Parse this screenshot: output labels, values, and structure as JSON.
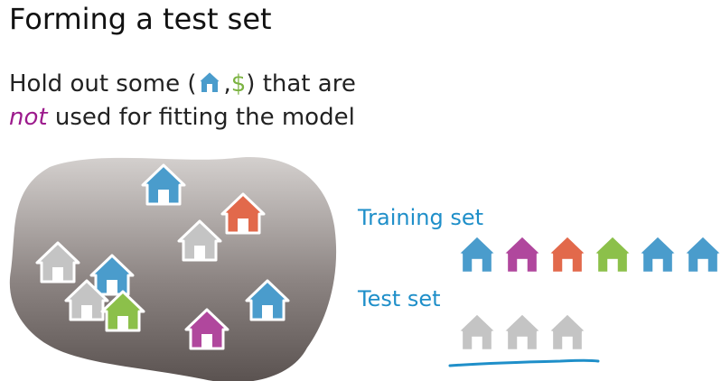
{
  "slide": {
    "title": "Forming a test set",
    "line1_before": "Hold out some (",
    "line1_sep": ",",
    "line1_dollar": "$",
    "line1_after": ") that are",
    "line2_emph": "not",
    "line2_rest": " used for fitting the model",
    "training_label": "Training set",
    "test_label": "Test set"
  },
  "colors": {
    "blue": "#4a9ccc",
    "magenta": "#b0479d",
    "orange": "#e2694b",
    "green": "#8cc04a",
    "gray": "#c4c4c4",
    "blob": "#7a7270",
    "label": "#1f8fc9",
    "emphasis": "#9c1a8c",
    "dollar": "#7cb342"
  },
  "blob_houses": [
    "blue",
    "orange",
    "gray",
    "gray",
    "blue",
    "gray",
    "green",
    "blue",
    "magenta"
  ],
  "training_houses": [
    "blue",
    "magenta",
    "orange",
    "green",
    "blue",
    "blue"
  ],
  "test_houses": [
    "gray",
    "gray",
    "gray"
  ]
}
